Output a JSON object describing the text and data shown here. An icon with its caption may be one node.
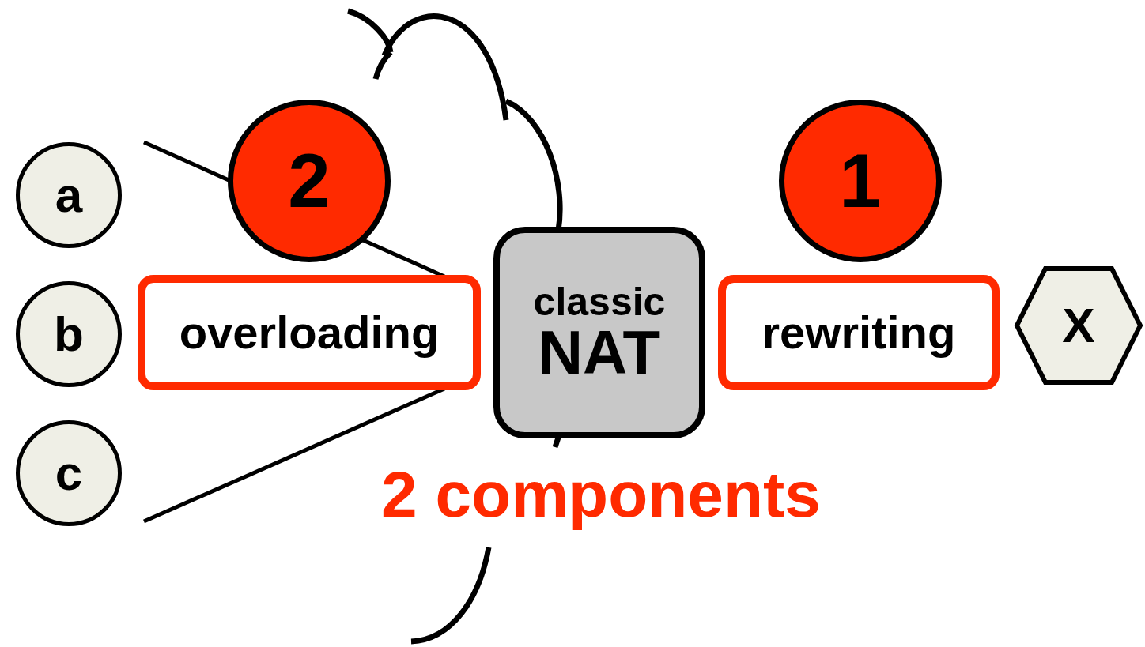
{
  "diagram": {
    "nodes": [
      {
        "text": [
          "a"
        ]
      },
      {
        "text": [
          "b"
        ]
      },
      {
        "text": [
          "c"
        ]
      },
      {
        "text": [
          "2"
        ]
      },
      {
        "text": [
          "overloading"
        ]
      },
      {
        "text": [
          "classic",
          "NAT"
        ]
      },
      {
        "text": [
          "1"
        ]
      },
      {
        "text": [
          "rewriting"
        ]
      },
      {
        "text": [
          "X"
        ]
      }
    ],
    "edges": [
      {
        "from": null,
        "to": 4,
        "arrow": "none"
      },
      {
        "from": null,
        "to": 4,
        "arrow": "none"
      }
    ],
    "labels": [
      "2 components"
    ]
  }
}
